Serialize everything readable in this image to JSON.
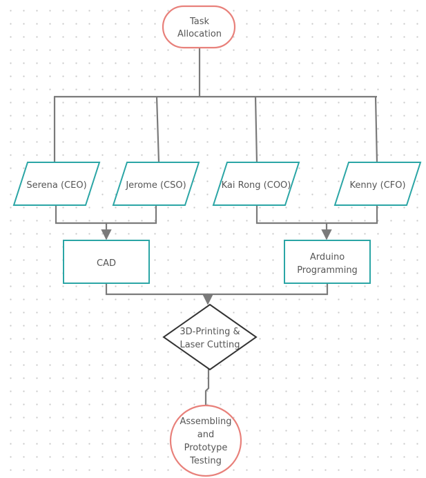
{
  "diagram": {
    "start_node": {
      "lines": [
        "Task",
        "Allocation"
      ]
    },
    "people": [
      {
        "label": "Serena (CEO)"
      },
      {
        "label": "Jerome (CSO)"
      },
      {
        "label": "Kai Rong (COO)"
      },
      {
        "label": "Kenny (CFO)"
      }
    ],
    "tasks": [
      {
        "lines": [
          "CAD"
        ]
      },
      {
        "lines": [
          "Arduino",
          "Programming"
        ]
      }
    ],
    "decision": {
      "lines": [
        "3D-Printing &",
        "Laser Cutting"
      ]
    },
    "end_node": {
      "lines": [
        "Assembling",
        "and",
        "Prototype",
        "Testing"
      ]
    },
    "colors": {
      "terminal_stroke": "#e8807a",
      "shape_stroke": "#2aa5a5",
      "decision_stroke": "#333333",
      "connector": "#7a7a7a",
      "text": "#555555"
    }
  }
}
